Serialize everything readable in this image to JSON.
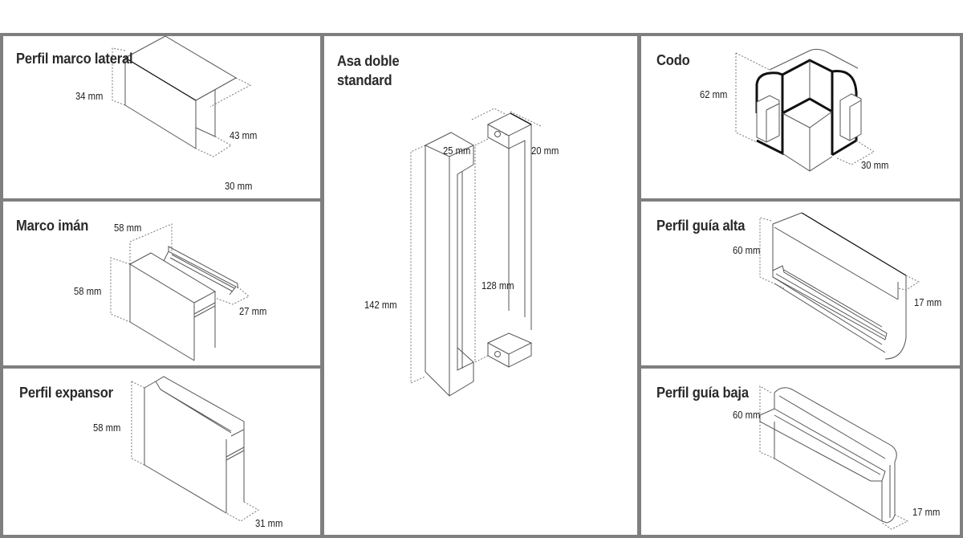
{
  "panels": {
    "perfil_marco_lateral": {
      "title": "Perfil marco lateral",
      "dims": [
        "34 mm",
        "43 mm",
        "30 mm"
      ]
    },
    "marco_iman": {
      "title": "Marco imán",
      "dims": [
        "58 mm",
        "58 mm",
        "27 mm"
      ]
    },
    "perfil_expansor": {
      "title": "Perfil expansor",
      "dims": [
        "58 mm",
        "31 mm"
      ]
    },
    "asa_doble": {
      "title_line1": "Asa doble",
      "title_line2": "standard",
      "dims": [
        "25 mm",
        "20 mm",
        "142 mm",
        "128 mm"
      ]
    },
    "codo": {
      "title": "Codo",
      "dims": [
        "62 mm",
        "30 mm"
      ]
    },
    "perfil_guia_alta": {
      "title": "Perfil guía alta",
      "dims": [
        "60 mm",
        "17 mm"
      ]
    },
    "perfil_guia_baja": {
      "title": "Perfil guía baja",
      "dims": [
        "60 mm",
        "17 mm"
      ]
    }
  }
}
